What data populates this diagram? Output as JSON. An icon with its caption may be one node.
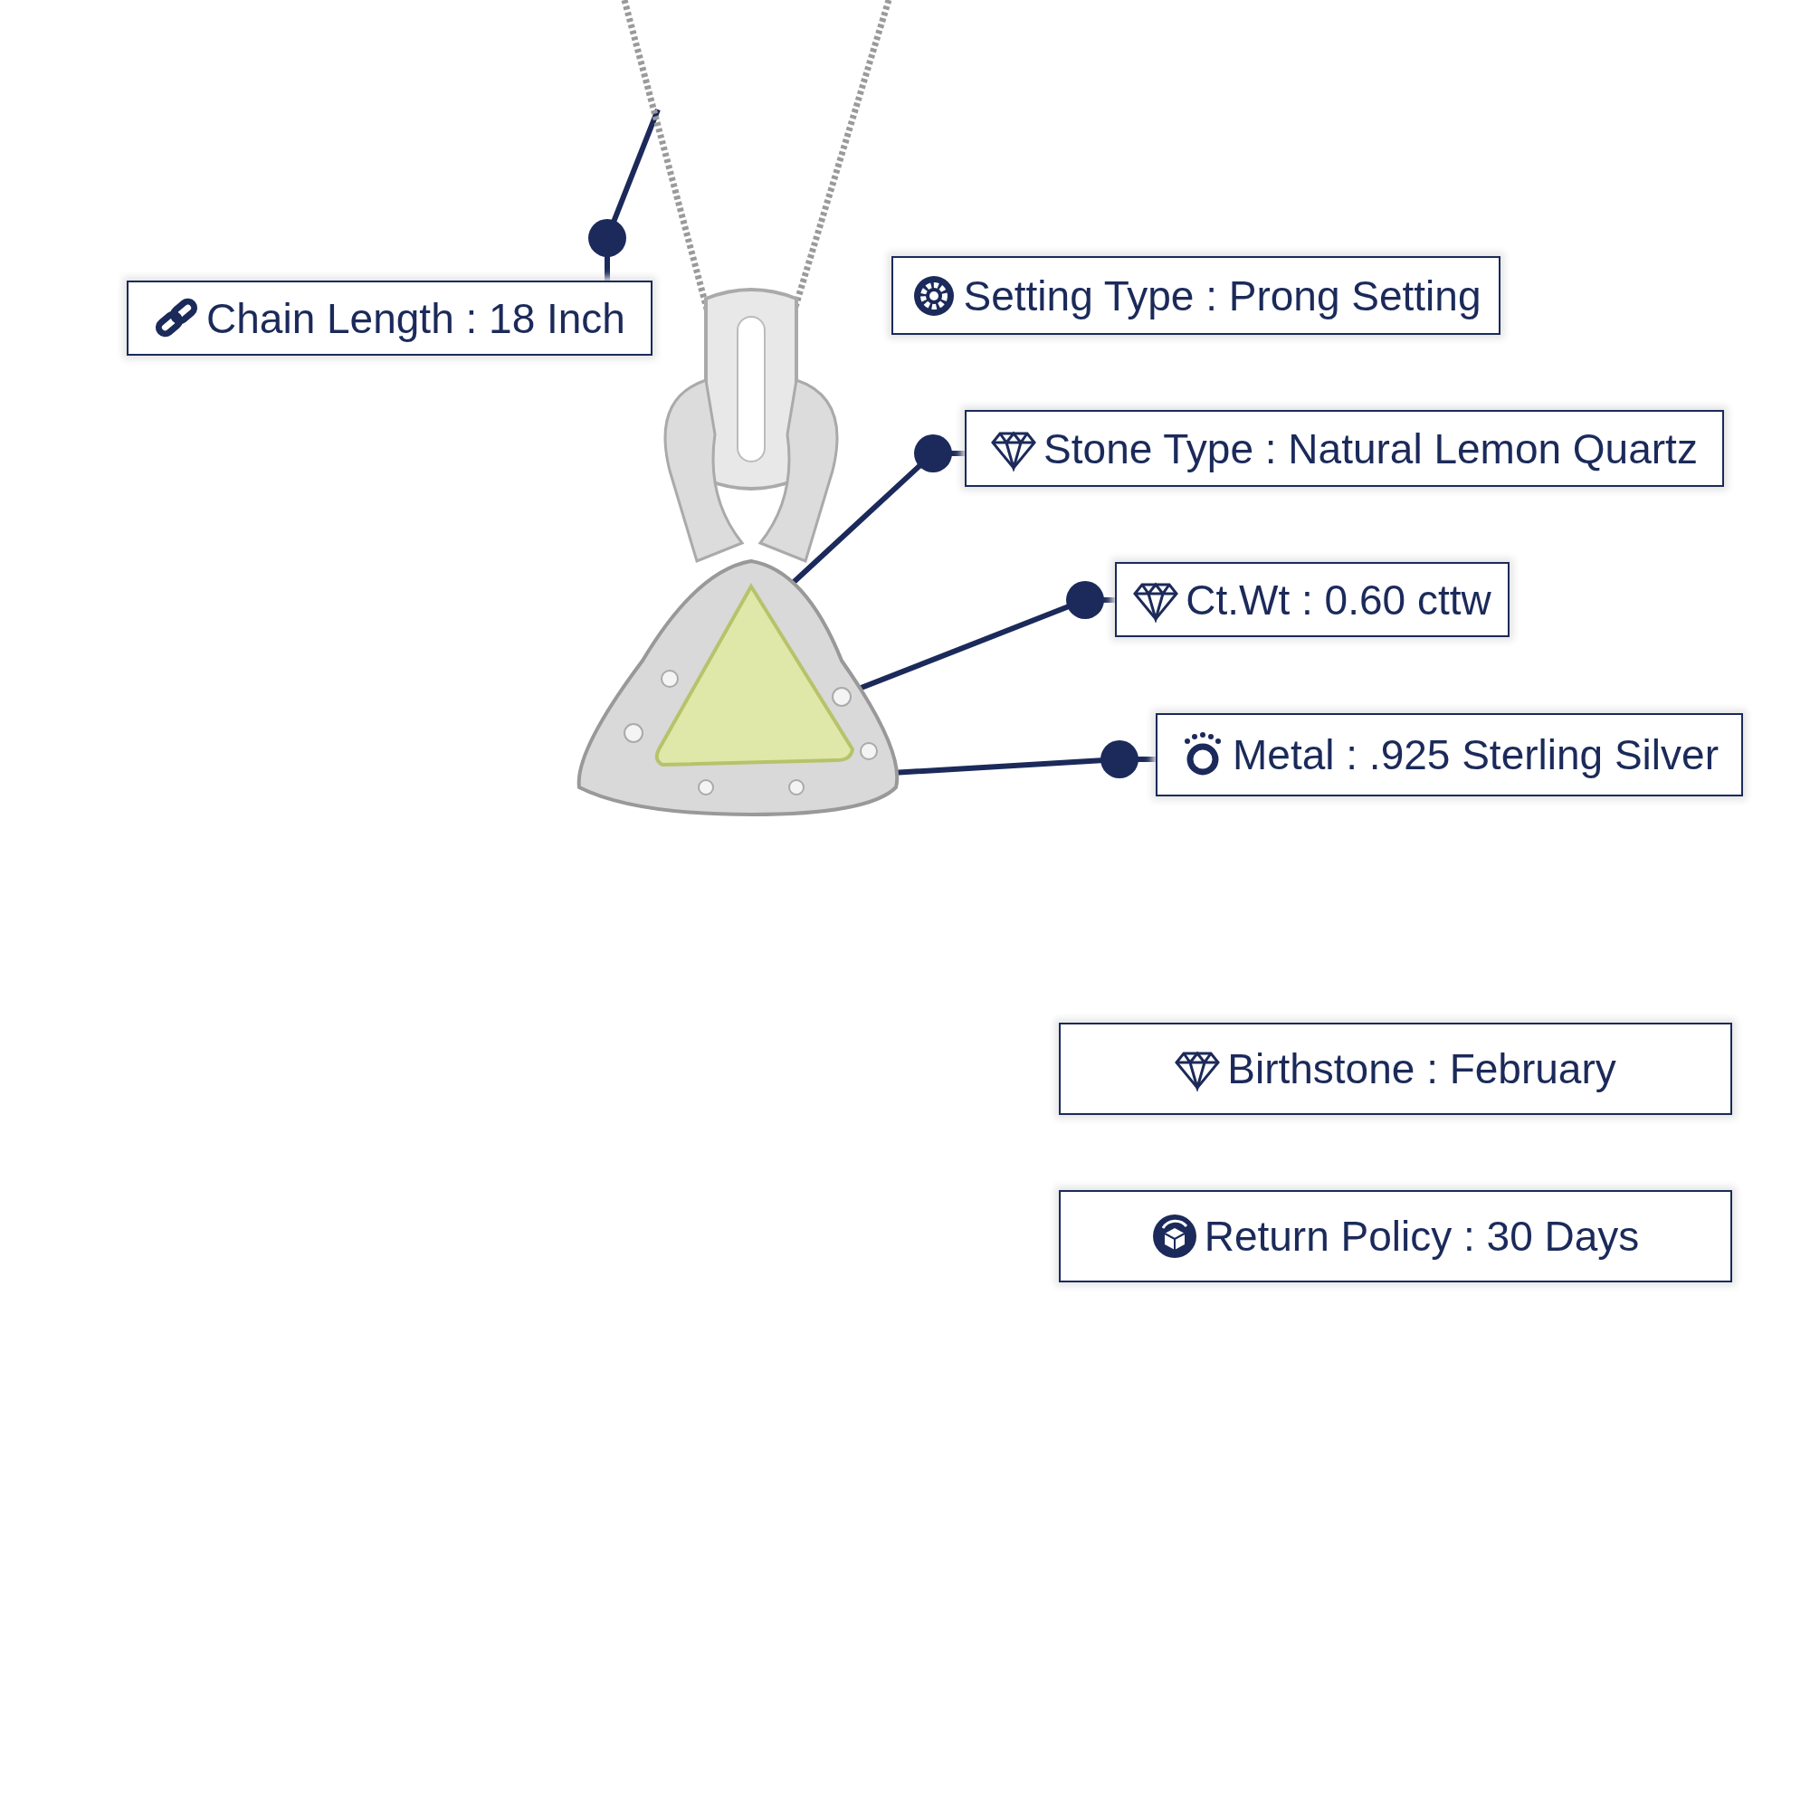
{
  "diagram": {
    "nodes": [
      {
        "text": [
          "Chain Length : 18 Inch"
        ]
      },
      {
        "text": [
          "Setting Type : Prong Setting"
        ]
      },
      {
        "text": [
          "Stone Type : Natural Lemon Quartz"
        ]
      },
      {
        "text": [
          "Ct.Wt : 0.60 cttw"
        ]
      },
      {
        "text": [
          "Metal : .925 Sterling Silver"
        ]
      },
      {
        "text": [
          "Birthstone : February"
        ]
      },
      {
        "text": [
          "Return Policy : 30 Days"
        ]
      },
      {
        "text": [],
        "shape": "picture"
      },
      {
        "text": [],
        "shape": "picture"
      },
      {
        "text": [],
        "shape": "picture",
        "in": 8
      }
    ],
    "edges": [
      {
        "from": 0,
        "to": 7,
        "arrow": "none"
      },
      {
        "from": 2,
        "to": 9,
        "arrow": "none"
      },
      {
        "from": 3,
        "to": 9,
        "arrow": "none"
      },
      {
        "from": 4,
        "to": 8,
        "arrow": "none"
      }
    ]
  }
}
